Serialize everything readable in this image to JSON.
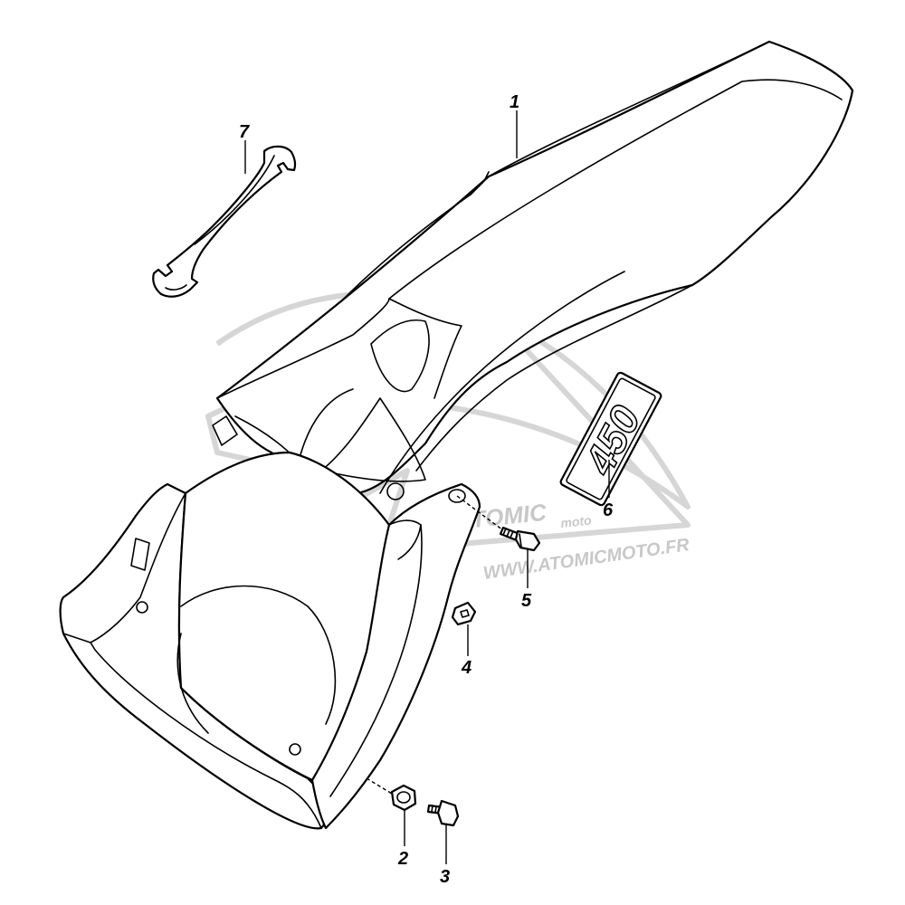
{
  "watermark": {
    "logo_text": "ATOMIC",
    "logo_subtext": "moto",
    "url": "WWW.ATOMICMOTO.FR"
  },
  "decal": {
    "text": "450"
  },
  "callouts": [
    {
      "number": "1",
      "part": "rear-fender"
    },
    {
      "number": "2",
      "part": "nut"
    },
    {
      "number": "3",
      "part": "bolt"
    },
    {
      "number": "4",
      "part": "clip-nut"
    },
    {
      "number": "5",
      "part": "bolt"
    },
    {
      "number": "6",
      "part": "decal"
    },
    {
      "number": "7",
      "part": "spanner-wrench"
    }
  ]
}
